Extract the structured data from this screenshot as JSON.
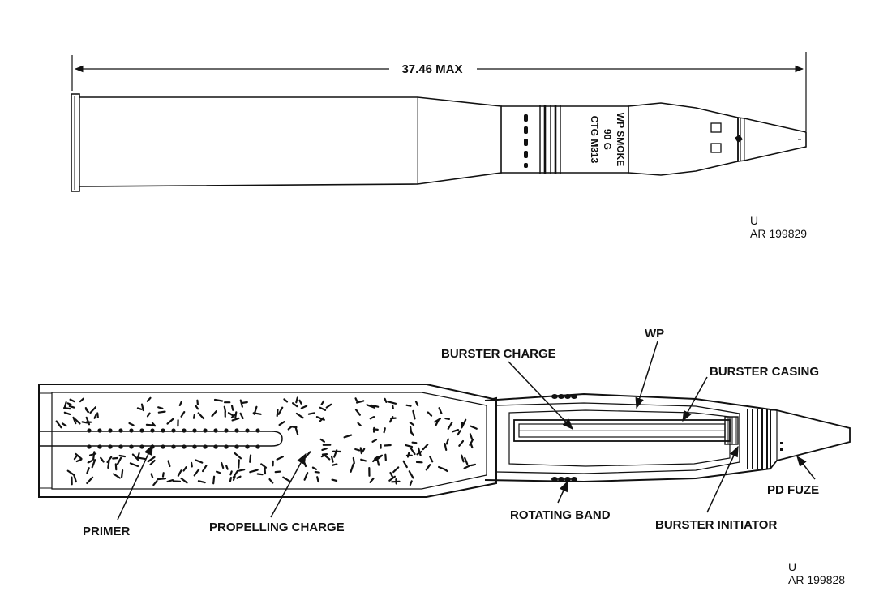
{
  "top_view": {
    "dimension_label": "37.46 MAX",
    "side_marking": [
      "WP SMOKE",
      "90 G",
      "CTG M313"
    ],
    "figure_id": {
      "line1": "U",
      "line2": "AR 199829"
    }
  },
  "section_view": {
    "labels": {
      "wp": "WP",
      "burster_charge": "BURSTER CHARGE",
      "burster_casing": "BURSTER CASING",
      "pd_fuze": "PD FUZE",
      "primer": "PRIMER",
      "propelling_charge": "PROPELLING CHARGE",
      "rotating_band": "ROTATING BAND",
      "burster_initiator": "BURSTER INITIATOR"
    },
    "figure_id": {
      "line1": "U",
      "line2": "AR 199828"
    }
  }
}
